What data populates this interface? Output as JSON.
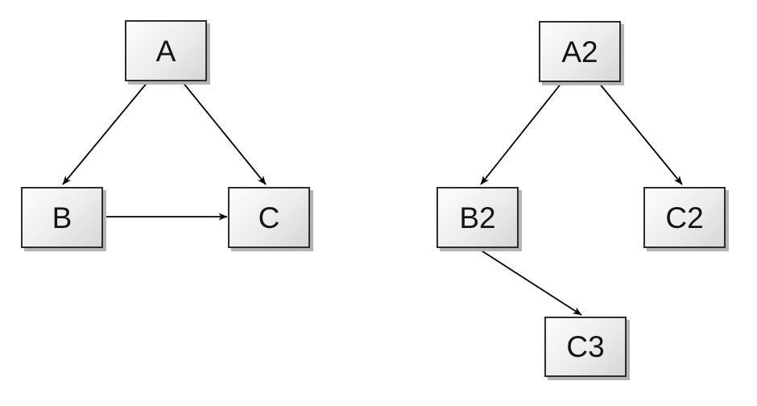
{
  "diagram": {
    "background_color": "#ffffff",
    "node_style": {
      "fill_light": "#fdfdfd",
      "fill_dark": "#d6d6d6",
      "border_color": "#2d2d2d",
      "shadow_color": "#b4b4b4",
      "text_color": "#141414"
    },
    "edge_color": "#000000",
    "graphs": [
      {
        "name": "left-graph",
        "nodes": [
          {
            "id": "A",
            "label": "A"
          },
          {
            "id": "B",
            "label": "B"
          },
          {
            "id": "C",
            "label": "C"
          }
        ],
        "edges": [
          {
            "from": "A",
            "to": "B"
          },
          {
            "from": "A",
            "to": "C"
          },
          {
            "from": "B",
            "to": "C"
          }
        ]
      },
      {
        "name": "right-graph",
        "nodes": [
          {
            "id": "A2",
            "label": "A2"
          },
          {
            "id": "B2",
            "label": "B2"
          },
          {
            "id": "C2",
            "label": "C2"
          },
          {
            "id": "C3",
            "label": "C3"
          }
        ],
        "edges": [
          {
            "from": "A2",
            "to": "B2"
          },
          {
            "from": "A2",
            "to": "C2"
          },
          {
            "from": "B2",
            "to": "C3"
          }
        ]
      }
    ]
  }
}
